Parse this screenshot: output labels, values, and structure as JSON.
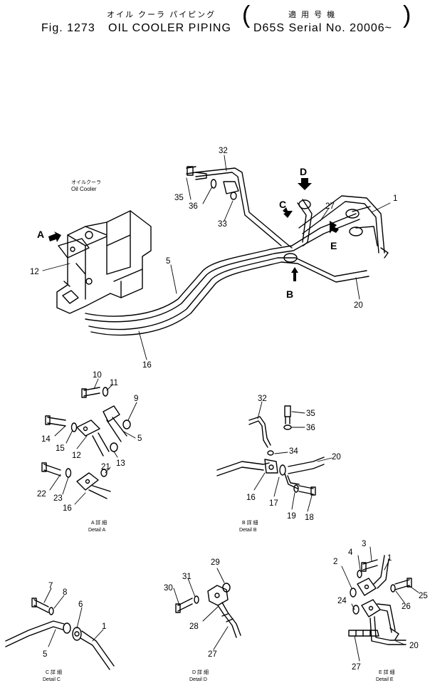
{
  "header": {
    "japanese_title": "オイル クーラ パイピング",
    "japanese_applicable": "適 用 号 機",
    "fig_label": "Fig. 1273",
    "title": "OIL COOLER PIPING",
    "serial": "D65S Serial No. 20006~",
    "paren_open": "(",
    "paren_close": ")"
  },
  "main_view": {
    "component_label_jp": "オイルクーラ",
    "component_label": "Oil Cooler",
    "arrows": [
      "A",
      "B",
      "C",
      "D",
      "E"
    ],
    "callouts": [
      "1",
      "5",
      "12",
      "16",
      "20",
      "27",
      "32",
      "33",
      "35",
      "36"
    ]
  },
  "details": [
    {
      "id": "A",
      "caption_jp": "A 詳 細",
      "caption": "Detail A",
      "callouts": [
        "5",
        "9",
        "10",
        "11",
        "12",
        "13",
        "14",
        "15",
        "16",
        "21",
        "22",
        "23"
      ]
    },
    {
      "id": "B",
      "caption_jp": "B 詳 細",
      "caption": "Detail B",
      "callouts": [
        "16",
        "17",
        "18",
        "19",
        "20",
        "32",
        "34",
        "35",
        "36"
      ]
    },
    {
      "id": "C",
      "caption_jp": "C 詳 細",
      "caption": "Detail C",
      "callouts": [
        "1",
        "5",
        "6",
        "7",
        "8"
      ]
    },
    {
      "id": "D",
      "caption_jp": "D 詳 細",
      "caption": "Detail D",
      "callouts": [
        "27",
        "28",
        "29",
        "30",
        "31"
      ]
    },
    {
      "id": "E",
      "caption_jp": "E 詳 細",
      "caption": "Detail E",
      "callouts": [
        "1",
        "2",
        "3",
        "4",
        "20",
        "24",
        "25",
        "26",
        "27"
      ]
    }
  ]
}
